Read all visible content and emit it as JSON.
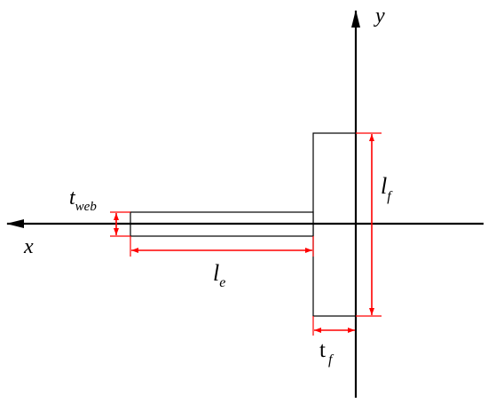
{
  "axes": {
    "x_label": "x",
    "y_label": "y"
  },
  "dimensions": {
    "t_web": {
      "main": "t",
      "sub": "web"
    },
    "l_e": {
      "main": "l",
      "sub": "e"
    },
    "l_f": {
      "main": "l",
      "sub": "f"
    },
    "t_f": {
      "main": "t",
      "sub": "f"
    }
  },
  "colors": {
    "axes": "#000000",
    "outline": "#000000",
    "dimension": "#ff0000"
  }
}
